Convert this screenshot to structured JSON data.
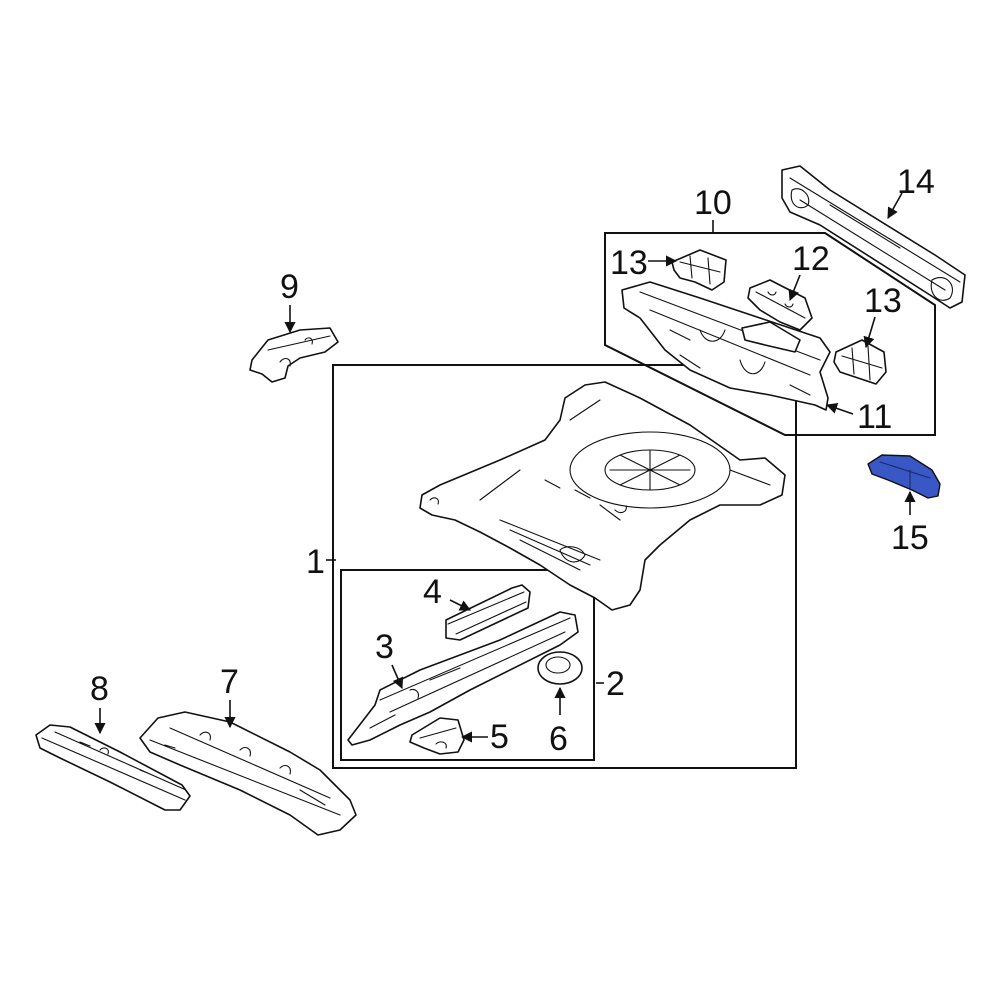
{
  "diagram": {
    "highlight_color": "#3a57c6",
    "line_color": "#111111",
    "background": "#ffffff",
    "highlighted_part": "15",
    "callouts": {
      "c1": "1",
      "c2": "2",
      "c3": "3",
      "c4": "4",
      "c5": "5",
      "c6": "6",
      "c7": "7",
      "c8": "8",
      "c9": "9",
      "c10": "10",
      "c11": "11",
      "c12": "12",
      "c13a": "13",
      "c13b": "13",
      "c14": "14",
      "c15": "15"
    }
  }
}
